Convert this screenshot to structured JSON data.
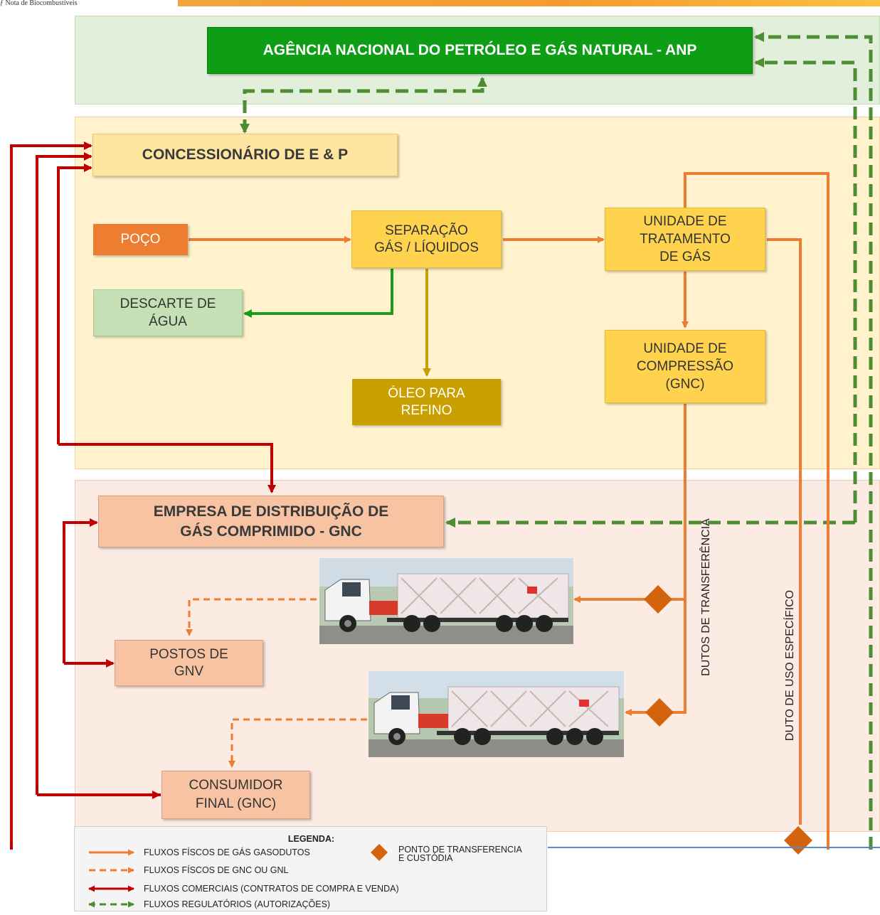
{
  "colors": {
    "orange": "#ED7D31",
    "dark_red": "#C00000",
    "green": "#1B9A1E",
    "dashed_green": "#4D8E33",
    "gold": "#C9A000",
    "anp_fill": "#0E9E16",
    "zone_green": "#E2EFDA",
    "zone_orange": "#FFF2CC",
    "zone_peach": "#FCEBE2",
    "diamond": "#D3630C"
  },
  "header_fragment": "ƒ Nota de Biocombustíveis",
  "anp": {
    "label": "AGÊNCIA NACIONAL DO PETRÓLEO E GÁS NATURAL - ANP"
  },
  "concessionario": {
    "label": "CONCESSIONÁRIO DE E & P"
  },
  "poco": {
    "label": "POÇO"
  },
  "separacao": {
    "label": "SEPARAÇÃO\nGÁS / LÍQUIDOS"
  },
  "tratamento": {
    "label": "UNIDADE DE\nTRATAMENTO\nDE GÁS"
  },
  "descarte": {
    "label": "DESCARTE DE\nÁGUA"
  },
  "oleo": {
    "label": "ÓLEO PARA\nREFINO"
  },
  "compressao": {
    "label": "UNIDADE DE\nCOMPRESSÃO\n(GNC)"
  },
  "empresa": {
    "label": "EMPRESA DE DISTRIBUIÇÃO DE\nGÁS COMPRIMIDO - GNC"
  },
  "postos": {
    "label": "POSTOS DE\nGNV"
  },
  "consumidor": {
    "label": "CONSUMIDOR\nFINAL (GNC)"
  },
  "vertical_labels": {
    "dutos_transferencia": "DUTOS DE TRANSFERÊNCIA",
    "duto_especifico": "DUTO DE USO ESPECÍFICO"
  },
  "legend": {
    "title": "LEGENDA:",
    "items": [
      "FLUXOS FÍSCOS DE GÁS GASODUTOS",
      "FLUXOS FÍSCOS DE GNC OU GNL",
      "FLUXOS COMERCIAIS (CONTRATOS DE COMPRA E VENDA)",
      "FLUXOS REGULATÓRIOS (AUTORIZAÇÕES)"
    ],
    "diamond_label": "PONTO DE TRANSFERENCIA\nE CUSTÓDIA"
  }
}
